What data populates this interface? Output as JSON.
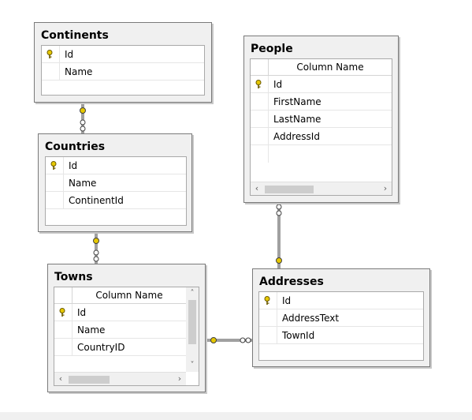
{
  "tables": {
    "continents": {
      "title": "Continents",
      "rows": [
        "Id",
        "Name"
      ]
    },
    "countries": {
      "title": "Countries",
      "rows": [
        "Id",
        "Name",
        "ContinentId"
      ]
    },
    "people": {
      "title": "People",
      "column_header": "Column Name",
      "rows": [
        "Id",
        "FirstName",
        "LastName",
        "AddressId"
      ]
    },
    "towns": {
      "title": "Towns",
      "column_header": "Column Name",
      "rows": [
        "Id",
        "Name",
        "CountryID"
      ]
    },
    "addresses": {
      "title": "Addresses",
      "rows": [
        "Id",
        "AddressText",
        "TownId"
      ]
    }
  },
  "icons": {
    "primary_key": "key-icon",
    "scroll_left": "‹",
    "scroll_right": "›",
    "scroll_up": "˄",
    "scroll_down": "˅"
  },
  "colors": {
    "key": "#e6c800",
    "link": "#404040"
  }
}
